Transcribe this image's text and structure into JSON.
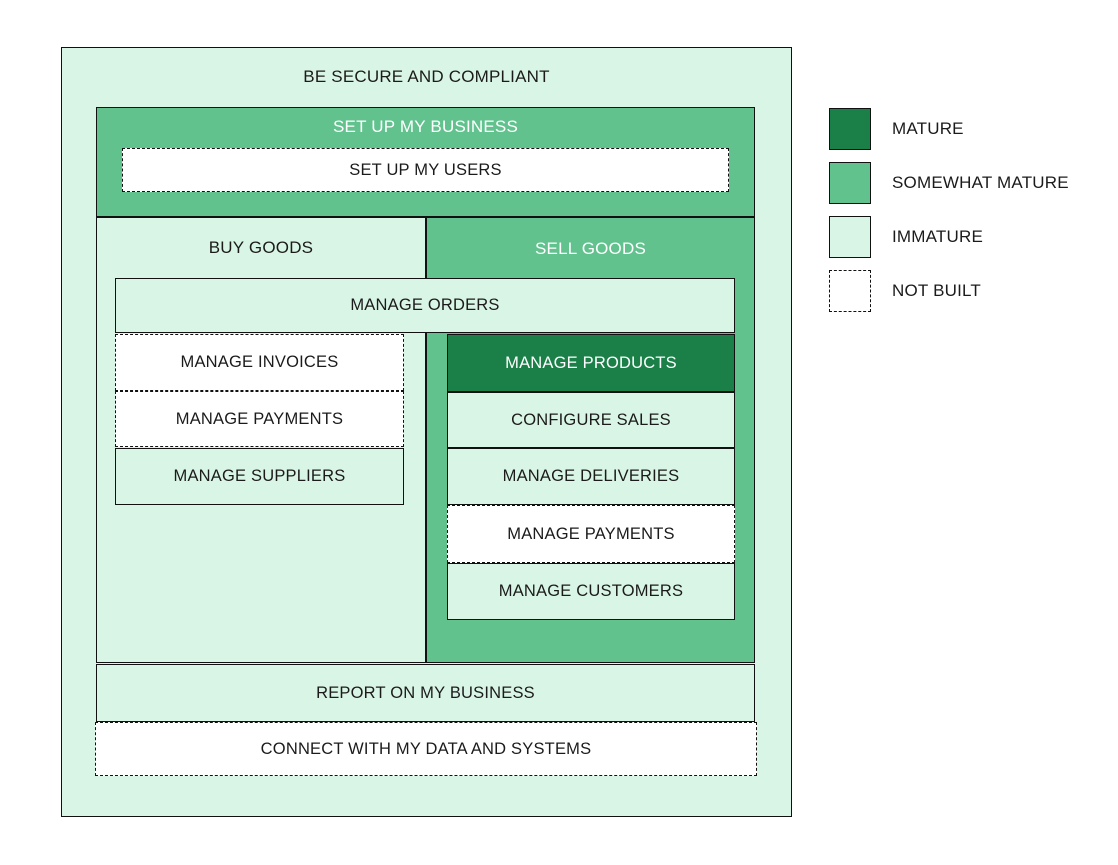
{
  "diagram": {
    "title": "BE SECURE AND COMPLIANT",
    "outer_fill": "#d9f5e5",
    "bands": {
      "setup_business": "SET UP MY BUSINESS",
      "setup_users": "SET UP MY USERS",
      "report_business": "REPORT ON MY BUSINESS",
      "connect_data": "CONNECT WITH MY DATA AND SYSTEMS"
    },
    "columns": {
      "buy_goods": "BUY GOODS",
      "sell_goods": "SELL GOODS"
    },
    "shared": {
      "manage_orders": "MANAGE ORDERS"
    },
    "buy_items": [
      {
        "label": "MANAGE INVOICES",
        "maturity": "NOT BUILT"
      },
      {
        "label": "MANAGE PAYMENTS",
        "maturity": "NOT BUILT"
      },
      {
        "label": "MANAGE SUPPLIERS",
        "maturity": "IMMATURE"
      }
    ],
    "sell_items": [
      {
        "label": "MANAGE PRODUCTS",
        "maturity": "MATURE"
      },
      {
        "label": "CONFIGURE SALES",
        "maturity": "IMMATURE"
      },
      {
        "label": "MANAGE DELIVERIES",
        "maturity": "IMMATURE"
      },
      {
        "label": "MANAGE PAYMENTS",
        "maturity": "NOT BUILT"
      },
      {
        "label": "MANAGE CUSTOMERS",
        "maturity": "IMMATURE"
      }
    ]
  },
  "legend": {
    "items": [
      {
        "label": "MATURE",
        "color": "#1a8048",
        "style": "solid"
      },
      {
        "label": "SOMEWHAT MATURE",
        "color": "#62c28e",
        "style": "solid"
      },
      {
        "label": "IMMATURE",
        "color": "#d9f5e5",
        "style": "solid"
      },
      {
        "label": "NOT BUILT",
        "color": "#ffffff",
        "style": "dashed"
      }
    ]
  },
  "chart_data": {
    "type": "table",
    "title": "BE SECURE AND COMPLIANT",
    "legend_position": "right",
    "categories": [
      "MATURE",
      "SOMEWHAT MATURE",
      "IMMATURE",
      "NOT BUILT"
    ],
    "series": [
      {
        "name": "capability-map",
        "values": [
          {
            "capability": "BE SECURE AND COMPLIANT",
            "level": 0,
            "maturity": "IMMATURE"
          },
          {
            "capability": "SET UP MY BUSINESS",
            "level": 1,
            "maturity": "SOMEWHAT MATURE"
          },
          {
            "capability": "SET UP MY USERS",
            "level": 2,
            "maturity": "NOT BUILT"
          },
          {
            "capability": "BUY GOODS",
            "level": 1,
            "maturity": "IMMATURE"
          },
          {
            "capability": "SELL GOODS",
            "level": 1,
            "maturity": "SOMEWHAT MATURE"
          },
          {
            "capability": "MANAGE ORDERS",
            "level": 2,
            "maturity": "IMMATURE"
          },
          {
            "capability": "MANAGE INVOICES",
            "level": 2,
            "maturity": "NOT BUILT"
          },
          {
            "capability": "MANAGE PAYMENTS",
            "level": 2,
            "maturity": "NOT BUILT"
          },
          {
            "capability": "MANAGE SUPPLIERS",
            "level": 2,
            "maturity": "IMMATURE"
          },
          {
            "capability": "MANAGE PRODUCTS",
            "level": 2,
            "maturity": "MATURE"
          },
          {
            "capability": "CONFIGURE SALES",
            "level": 2,
            "maturity": "IMMATURE"
          },
          {
            "capability": "MANAGE DELIVERIES",
            "level": 2,
            "maturity": "IMMATURE"
          },
          {
            "capability": "MANAGE PAYMENTS",
            "level": 2,
            "maturity": "NOT BUILT"
          },
          {
            "capability": "MANAGE CUSTOMERS",
            "level": 2,
            "maturity": "IMMATURE"
          },
          {
            "capability": "REPORT ON MY BUSINESS",
            "level": 1,
            "maturity": "IMMATURE"
          },
          {
            "capability": "CONNECT WITH MY DATA AND SYSTEMS",
            "level": 1,
            "maturity": "NOT BUILT"
          }
        ]
      }
    ]
  }
}
